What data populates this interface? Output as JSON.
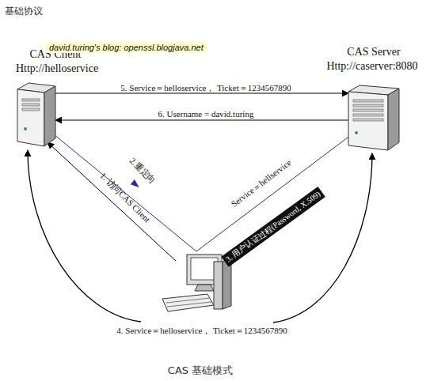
{
  "diagram": {
    "title": "基础协议",
    "caption": "CAS 基础模式",
    "nodes": [
      {
        "text": [
          "CAS Client",
          "Http://helloservice"
        ]
      },
      {
        "text": [
          "CAS Server",
          "Http://caserver:8080"
        ]
      }
    ],
    "edges": [
      {
        "from": 0,
        "to": 1,
        "arrow": "to",
        "label": "5. Service＝helloservice， Ticket＝1234567890"
      },
      {
        "from": 1,
        "to": 0,
        "arrow": "to",
        "label": "6. Username = david.turing"
      }
    ],
    "labels": [
      "david.turing's blog: openssl.blogjava.net",
      "1. 访问CAS Client",
      "2.重定向",
      "Service＝hellservice",
      "3. 用户认证过程(Password, X.509)",
      "4. Service＝helloservice， Ticket＝1234567890"
    ]
  }
}
